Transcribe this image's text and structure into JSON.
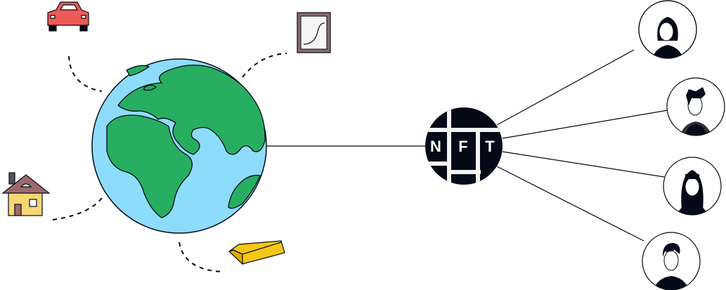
{
  "nft_token": {
    "letters": [
      "N",
      "F",
      "T"
    ]
  },
  "colors": {
    "ocean": "#8ddcfb",
    "land": "#27ae60",
    "ink": "#050a18",
    "car": "#ee5a55",
    "house_wall": "#f7d774",
    "house_roof": "#9b6b6b",
    "gold": "#f5c816",
    "frame": "#8b6b6b"
  },
  "owners": [
    {
      "icon": "woman-short-hair"
    },
    {
      "icon": "man-spiky-hair"
    },
    {
      "icon": "woman-long-hair"
    },
    {
      "icon": "man-short-hair"
    }
  ],
  "assets": [
    "car",
    "artwork",
    "house",
    "gold-bar"
  ]
}
